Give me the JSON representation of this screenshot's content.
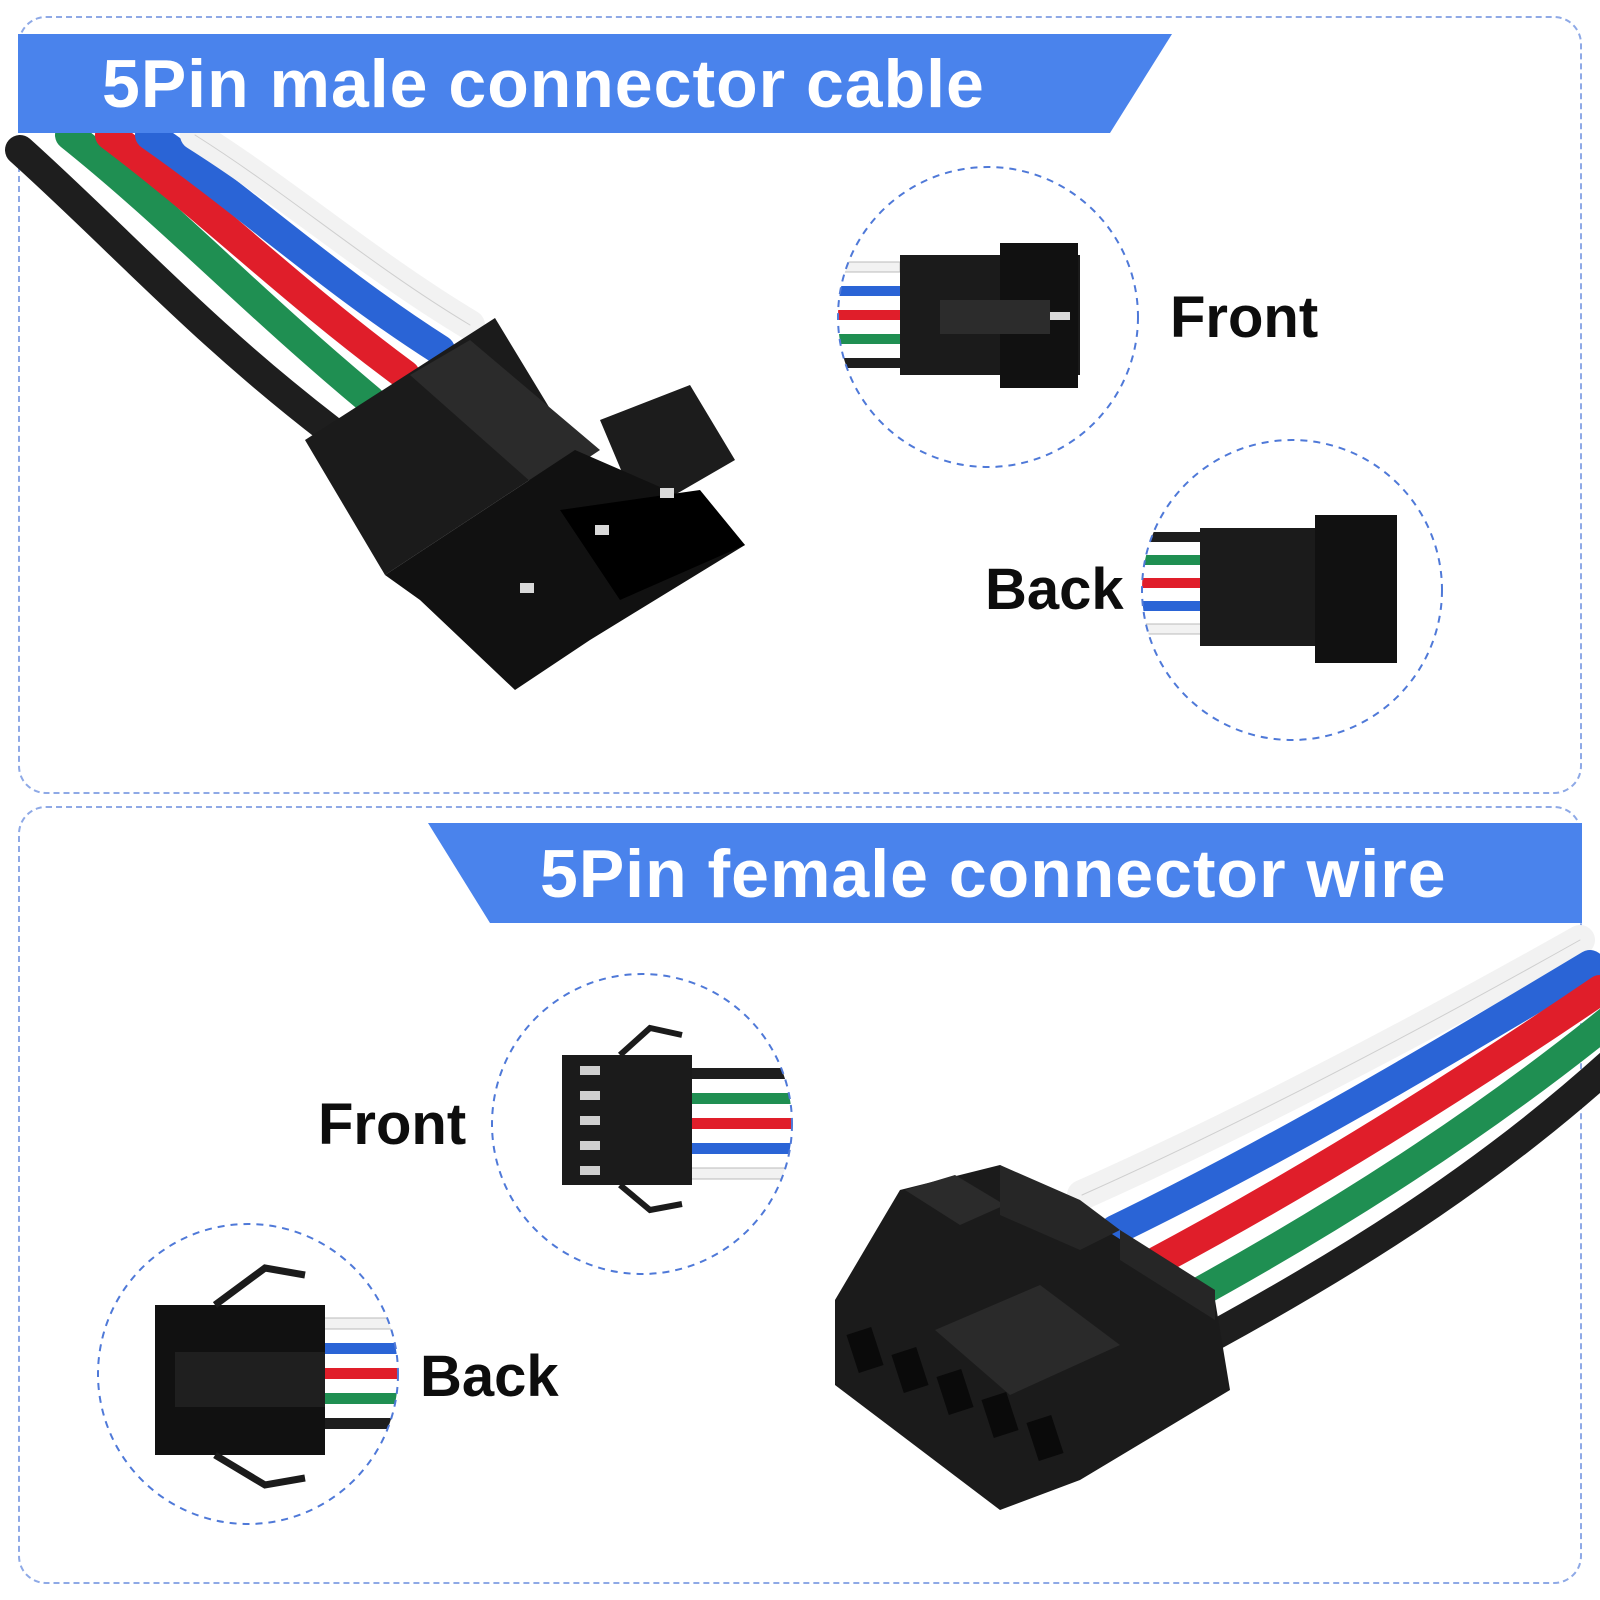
{
  "colors": {
    "banner": "#4a83ec",
    "connector": "#1b1b1b",
    "wire_white": "#f2f2f2",
    "wire_blue": "#2a64d6",
    "wire_red": "#e01e2a",
    "wire_green": "#1f8f52",
    "wire_black": "#1e1e1e",
    "circle_border": "#4f79d8"
  },
  "male": {
    "title": "5Pin male connector cable",
    "front_label": "Front",
    "back_label": "Back"
  },
  "female": {
    "title": "5Pin female connector wire",
    "front_label": "Front",
    "back_label": "Back"
  }
}
